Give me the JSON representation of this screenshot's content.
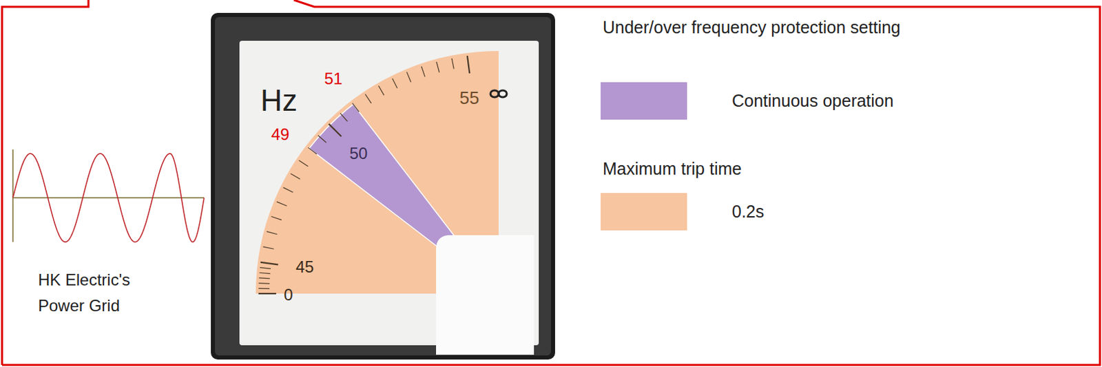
{
  "diagram": {
    "labels": [
      "Hz",
      "51",
      "49",
      "50",
      "55",
      "45",
      "0",
      "HK Electric's Power Grid",
      "Under/over frequency protection setting",
      "Maximum trip time"
    ],
    "legend": [
      {
        "text": "Continuous operation",
        "color": "#b497d0"
      },
      {
        "text": "0.2s",
        "color": "#f7c59f"
      }
    ]
  }
}
